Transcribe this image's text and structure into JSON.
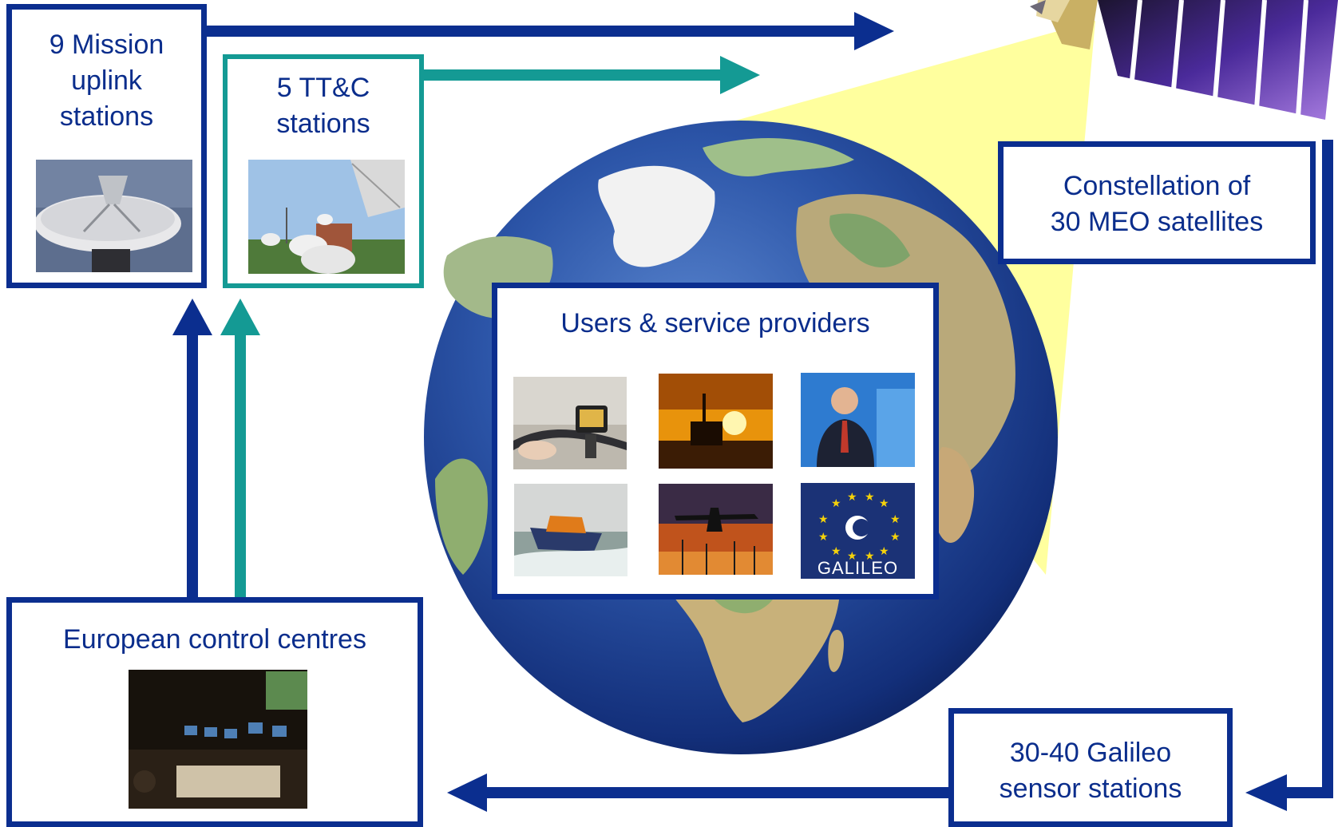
{
  "uplink": {
    "label_lines": [
      "9 Mission",
      "uplink",
      "stations"
    ],
    "photo_icon": "dish-antenna-photo"
  },
  "ttc": {
    "label_lines": [
      "5 TT&C",
      "stations"
    ],
    "photo_icon": "ground-station-dishes-photo"
  },
  "constellation": {
    "label_lines": [
      "Constellation of",
      "30 MEO satellites"
    ]
  },
  "users": {
    "title": "Users & service providers",
    "photos": [
      "car-navigation-photo",
      "oil-rig-sunset-photo",
      "businessman-phone-photo",
      "lifeboat-photo",
      "airplane-landing-photo",
      "galileo-logo"
    ],
    "galileo_logo_text": "GALILEO"
  },
  "control": {
    "label": "European control centres",
    "photo_icon": "control-room-photo"
  },
  "sensors": {
    "label_lines": [
      "30-40 Galileo",
      "sensor stations"
    ]
  },
  "colors": {
    "navy": "#0b2e8f",
    "teal": "#149a94",
    "beam": "#ffff99",
    "ocean": "#1b3f8f"
  }
}
